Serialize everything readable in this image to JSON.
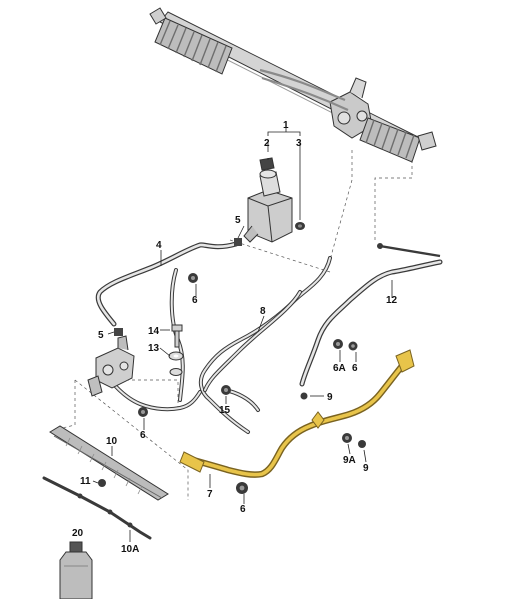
{
  "colors": {
    "background": "#ffffff",
    "part_gray": "#c8c8c8",
    "part_dark": "#3a3a3a",
    "highlight_yellow": "#e8c44a",
    "highlight_outline": "#7a6320"
  },
  "highlighted_part": "7",
  "callouts": {
    "c1": "1",
    "c2": "2",
    "c3": "3",
    "c4": "4",
    "c5a": "5",
    "c5b": "5",
    "c6a": "6",
    "c6b": "6",
    "c6c": "6",
    "c6d": "6",
    "c6A": "6A",
    "c7": "7",
    "c8": "8",
    "c9a": "9",
    "c9b": "9",
    "c9A": "9A",
    "c10": "10",
    "c10A": "10A",
    "c11": "11",
    "c12": "12",
    "c13": "13",
    "c14": "14",
    "c15": "15",
    "c20": "20"
  }
}
